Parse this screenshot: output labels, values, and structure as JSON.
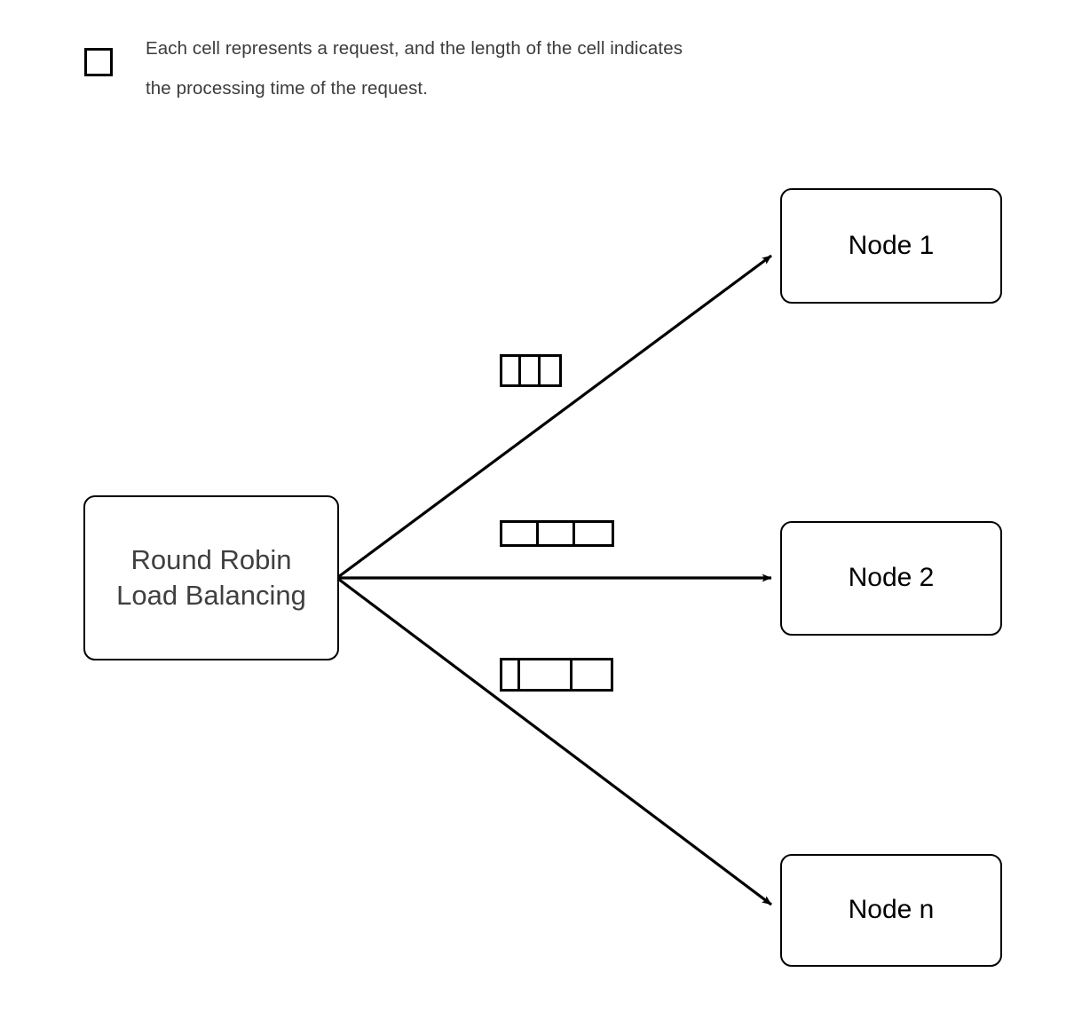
{
  "legend": {
    "icon": "square-outline-icon",
    "text": "Each cell represents a request, and the length of the cell indicates\nthe processing time of the request."
  },
  "diagram": {
    "type": "flow-diagram",
    "title": "Round Robin Load Balancing",
    "source": {
      "label": "Round Robin\nLoad Balancing"
    },
    "nodes": [
      {
        "id": "node1",
        "label": "Node 1"
      },
      {
        "id": "node2",
        "label": "Node 2"
      },
      {
        "id": "noden",
        "label": "Node n"
      }
    ],
    "edges": [
      {
        "from": "source",
        "to": "node1",
        "style": "solid-arrow"
      },
      {
        "from": "source",
        "to": "node2",
        "style": "solid-arrow"
      },
      {
        "from": "source",
        "to": "noden",
        "style": "solid-arrow"
      }
    ],
    "queues": [
      {
        "for": "node1",
        "cell_count": 3,
        "cell_widths": [
          23,
          23,
          23
        ]
      },
      {
        "for": "node2",
        "cell_count": 3,
        "cell_widths": [
          43,
          43,
          43
        ]
      },
      {
        "for": "noden",
        "cell_count": 3,
        "cell_widths": [
          21,
          62,
          45
        ]
      }
    ],
    "colors": {
      "stroke": "#000000",
      "background": "#ffffff",
      "node_text": "#000000",
      "source_text": "#3f3f3f",
      "legend_text": "#3c3c3c"
    }
  }
}
